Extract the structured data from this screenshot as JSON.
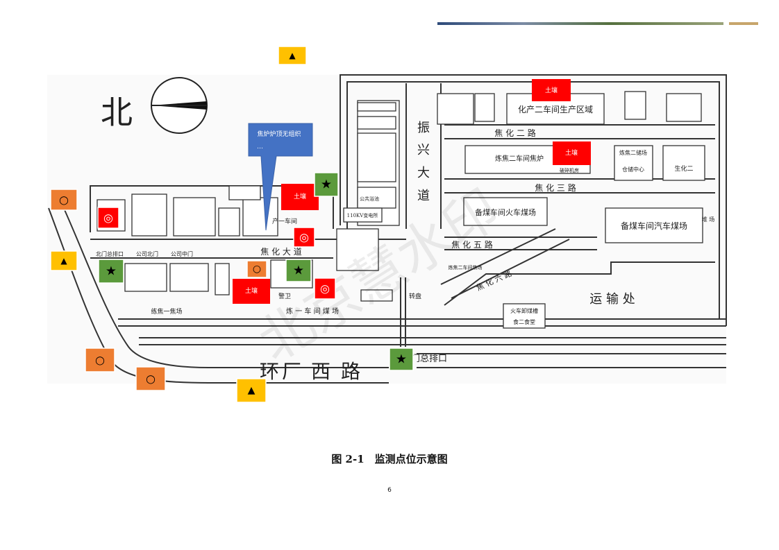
{
  "header_colors": [
    "#2e4b7a",
    "#7a8aa3",
    "#55703e",
    "#c7a56b"
  ],
  "map": {
    "north_label": "北",
    "callout": {
      "text": "焦炉炉顶无组织"
    },
    "roads": {
      "huanchang_west": [
        "环",
        "厂",
        "西",
        "路"
      ],
      "zhenxing": [
        "振",
        "兴",
        "大",
        "道"
      ],
      "jiaohua_avenue": "焦 化 大 道",
      "jiaohua_2": "焦 化 二 路",
      "jiaohua_3": "焦 化 三 路",
      "jiaohua_5": "焦 化 五 路",
      "jiaohua_6": "焦 化 六 路"
    },
    "labels": {
      "chem2_area": "化产二车间生产区域",
      "coke2_oven": "炼焦二车间焦炉",
      "coke2_storage": "炼焦二储场",
      "warehouse_center": "仓储中心",
      "biochem2": "生化二",
      "coal_train_yard": "备煤车间火车煤场",
      "coal_truck_yard": "备煤车间汽车煤场",
      "transport_dept": "运 输 处",
      "train_unload": "火车卸煤槽",
      "canteen": "食二食堂",
      "coke1_yard": "练焦一焦场",
      "coke1_coal_yard": "炼 一 车 间 煤 场",
      "chem1": "产一车间",
      "north_outlet": "北门总排口",
      "south_outlet": "门总排口",
      "company_north_gate": "公司北门",
      "company_middle_gate": "公司中门",
      "substation": "110KV变电所",
      "turntable": "转盘",
      "guard": "警卫",
      "public_bath": "公共浴池",
      "crush": "破碎机房",
      "coke2_coal_yard": "炼焦二车间焦场",
      "yard_mark": "堆 场"
    },
    "soil_label": "土壤"
  },
  "caption": "图 2-1　监测点位示意图",
  "page_number": "6",
  "watermark": "北京慧水印"
}
